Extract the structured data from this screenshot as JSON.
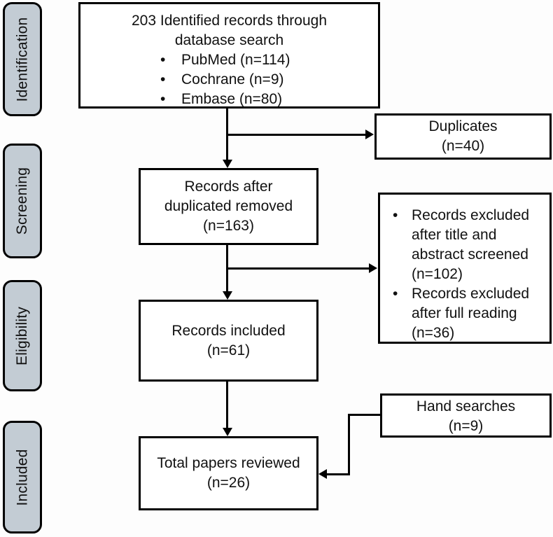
{
  "diagram": {
    "type": "prisma-flow",
    "stages": [
      {
        "label": "Identification"
      },
      {
        "label": "Screening"
      },
      {
        "label": "Eligibility"
      },
      {
        "label": "Included"
      }
    ],
    "boxes": {
      "identified": {
        "heading1": "203 Identified records through",
        "heading2": "database search",
        "bullets": [
          "PubMed (n=114)",
          "Cochrane (n=9)",
          "Embase (n=80)"
        ]
      },
      "duplicates": {
        "line1": "Duplicates",
        "line2": "(n=40)"
      },
      "after_duplicates": {
        "line1": "Records after",
        "line2": "duplicated removed",
        "line3": "(n=163)"
      },
      "excluded": {
        "bullets": [
          "Records excluded after title and abstract screened (n=102)",
          "Records excluded after full reading (n=36)"
        ]
      },
      "records_included": {
        "line1": "Records included",
        "line2": "(n=61)"
      },
      "hand_searches": {
        "line1": "Hand searches",
        "line2": "(n=9)"
      },
      "total": {
        "line1": "Total papers reviewed",
        "line2": "(n=26)"
      }
    },
    "bullet_glyph": "•",
    "colors": {
      "stage_fill": "#c3ccd4",
      "box_border": "#000000",
      "background": "#ffffff",
      "text": "#111111"
    }
  }
}
